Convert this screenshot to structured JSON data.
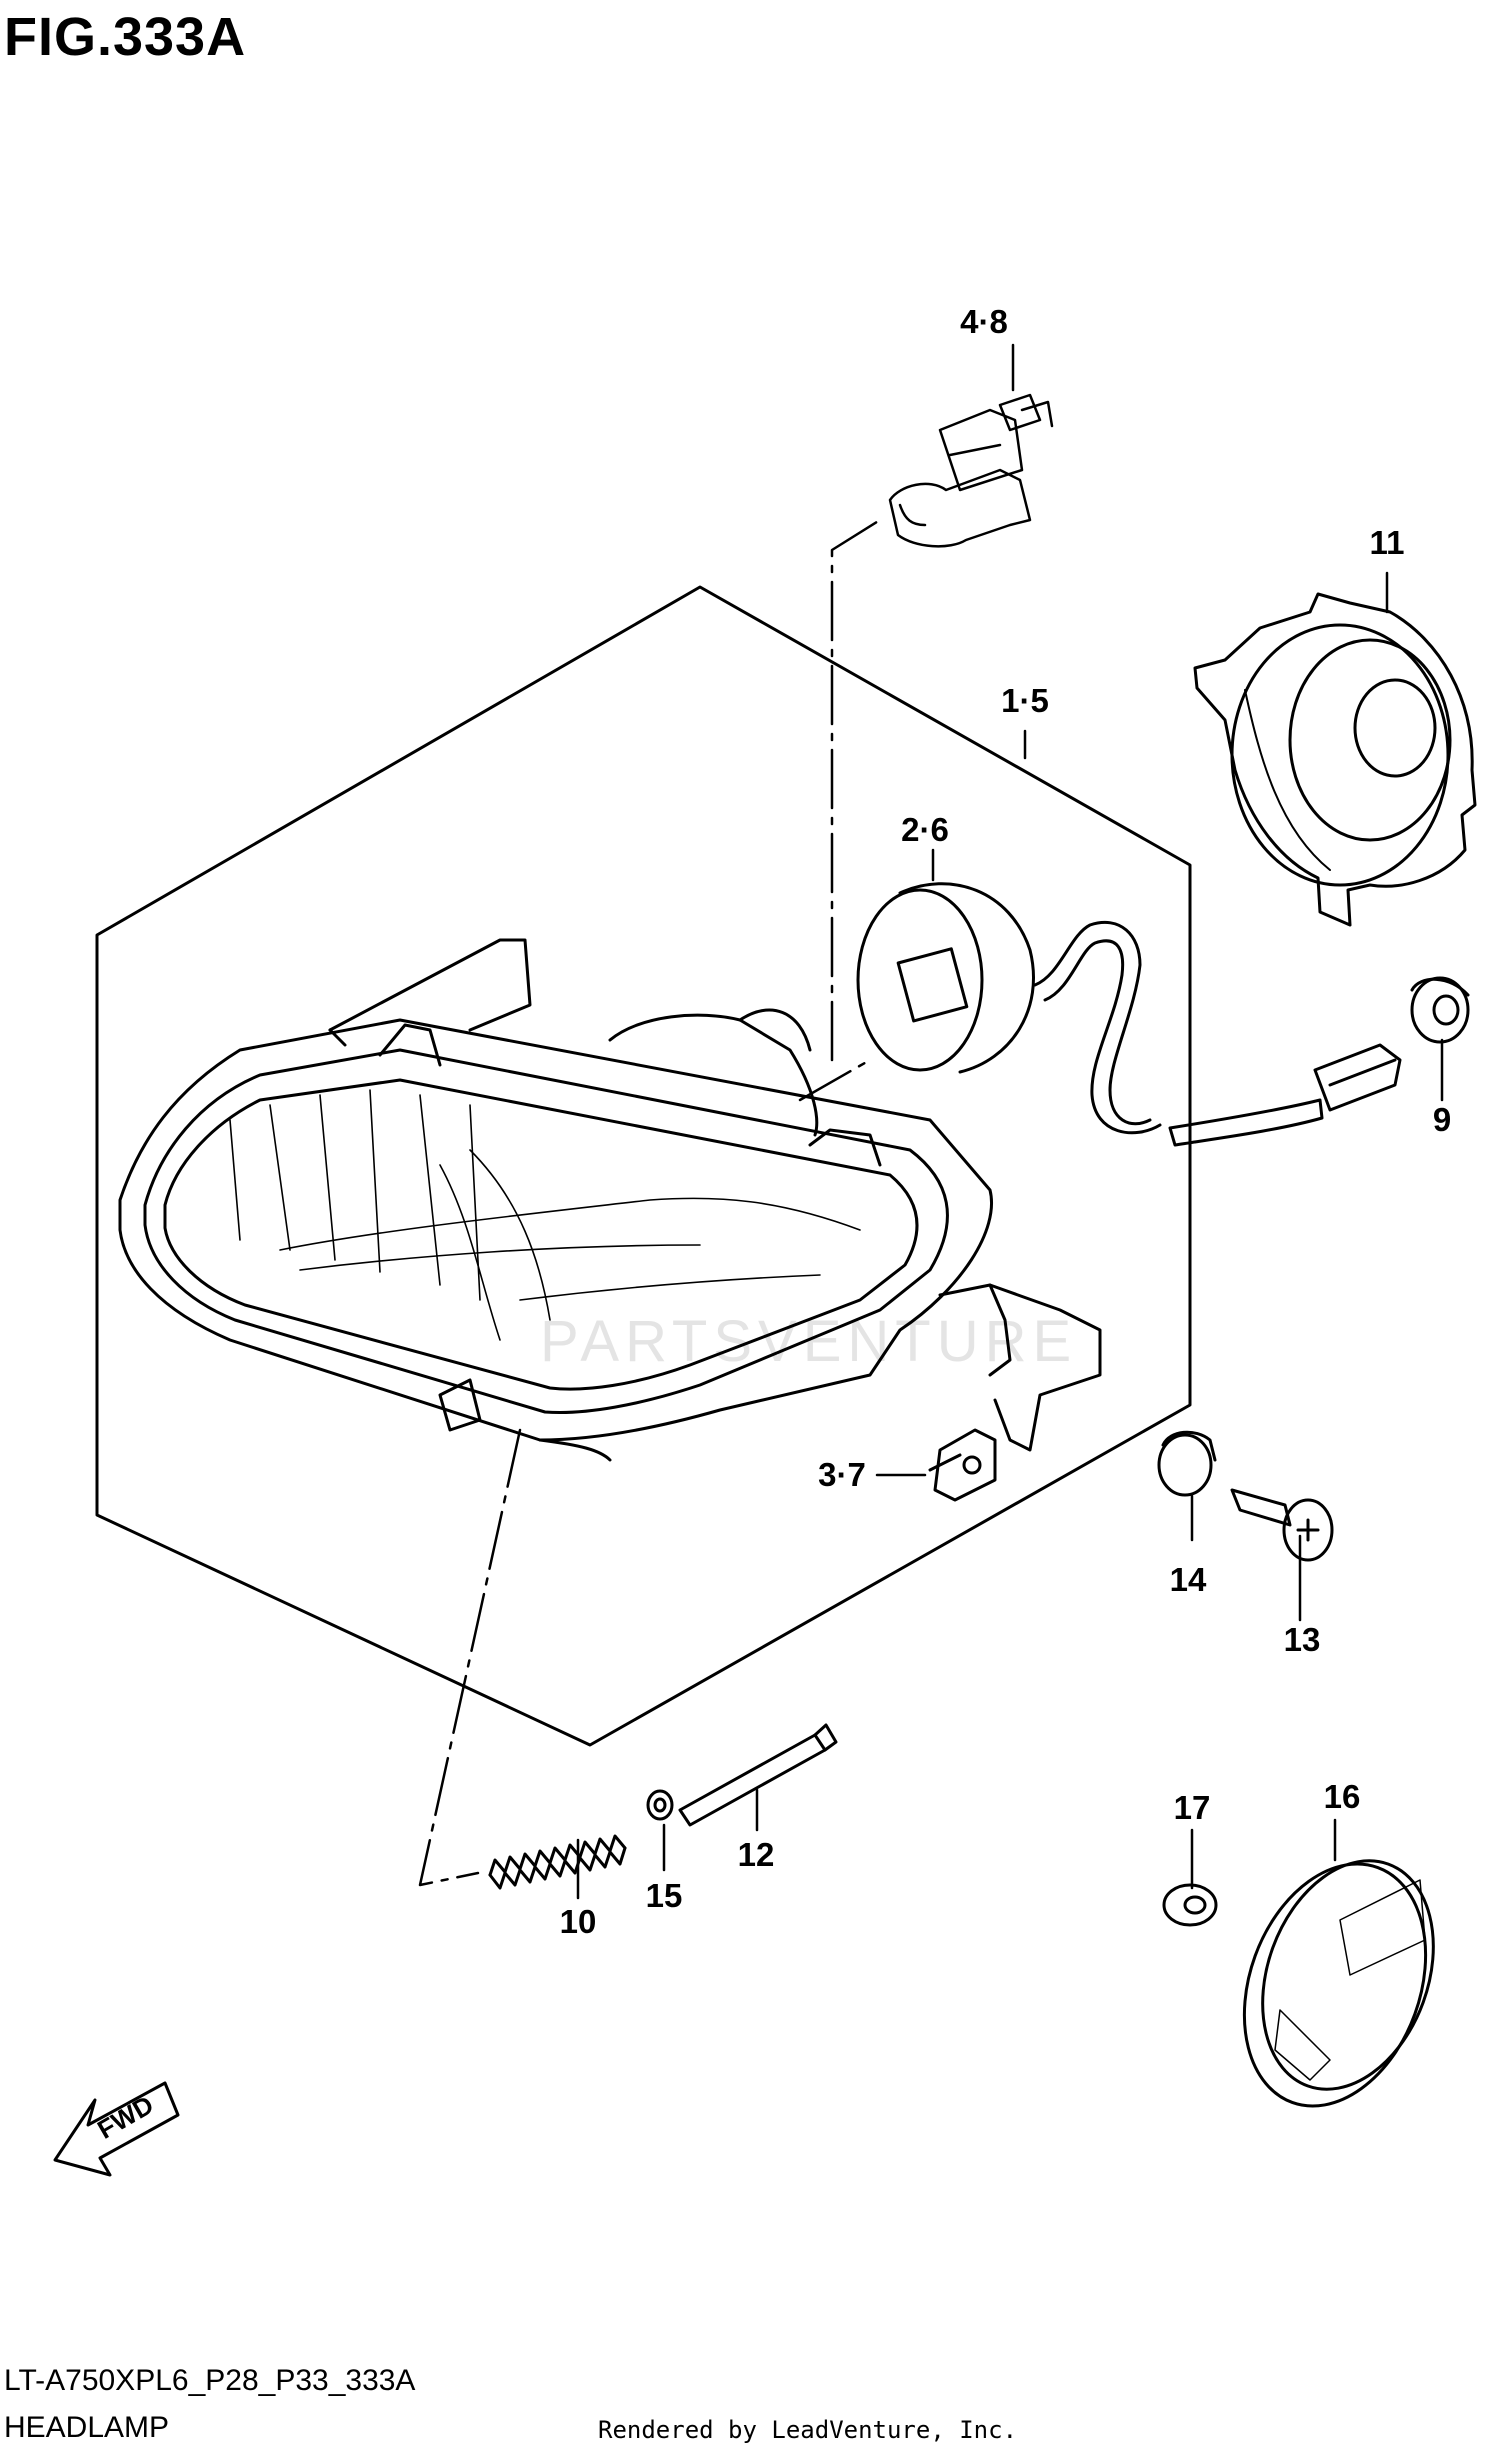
{
  "figure": {
    "title": "FIG.333A",
    "model_code": "LT-A750XPL6_P28_P33_333A",
    "description": "HEADLAMP",
    "footer": "Rendered by LeadVenture, Inc.",
    "watermark": "PARTSVENTURE"
  },
  "callouts": [
    {
      "id": "c48",
      "label": "4·8"
    },
    {
      "id": "c11",
      "label": "11"
    },
    {
      "id": "c15a",
      "label": "1·5"
    },
    {
      "id": "c26",
      "label": "2·6"
    },
    {
      "id": "c9",
      "label": "9"
    },
    {
      "id": "c37",
      "label": "3·7"
    },
    {
      "id": "c14",
      "label": "14"
    },
    {
      "id": "c13",
      "label": "13"
    },
    {
      "id": "c17",
      "label": "17"
    },
    {
      "id": "c16",
      "label": "16"
    },
    {
      "id": "c12",
      "label": "12"
    },
    {
      "id": "c10",
      "label": "10"
    },
    {
      "id": "c15",
      "label": "15"
    }
  ],
  "fwd_arrow": {
    "label": "FWD"
  },
  "icons": [
    "bulb-icon",
    "socket-icon",
    "headlamp-housing-icon",
    "cover-ring-icon",
    "grommet-icon",
    "clip-icon",
    "cushion-icon",
    "screw-icon",
    "nut-icon",
    "reflector-icon",
    "spring-icon",
    "washer-icon",
    "adjusting-screw-icon",
    "fwd-arrow-icon"
  ]
}
